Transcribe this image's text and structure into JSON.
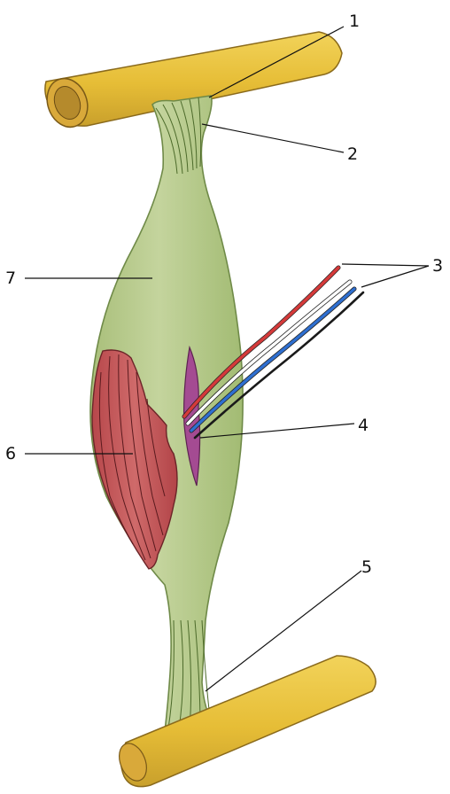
{
  "labels": {
    "l1": "1",
    "l2": "2",
    "l3": "3",
    "l4": "4",
    "l5": "5",
    "l6": "6",
    "l7": "7"
  },
  "colors": {
    "bone": "#e8c23a",
    "bone_shadow": "#b8932a",
    "muscle_sheath": "#b8cc8a",
    "muscle_sheath_dark": "#7f9a55",
    "muscle_fibers": "#c4585a",
    "artery": "#d43a3a",
    "vein": "#2f6fd0",
    "nerve": "#222222",
    "hilum": "#9a3f88"
  }
}
